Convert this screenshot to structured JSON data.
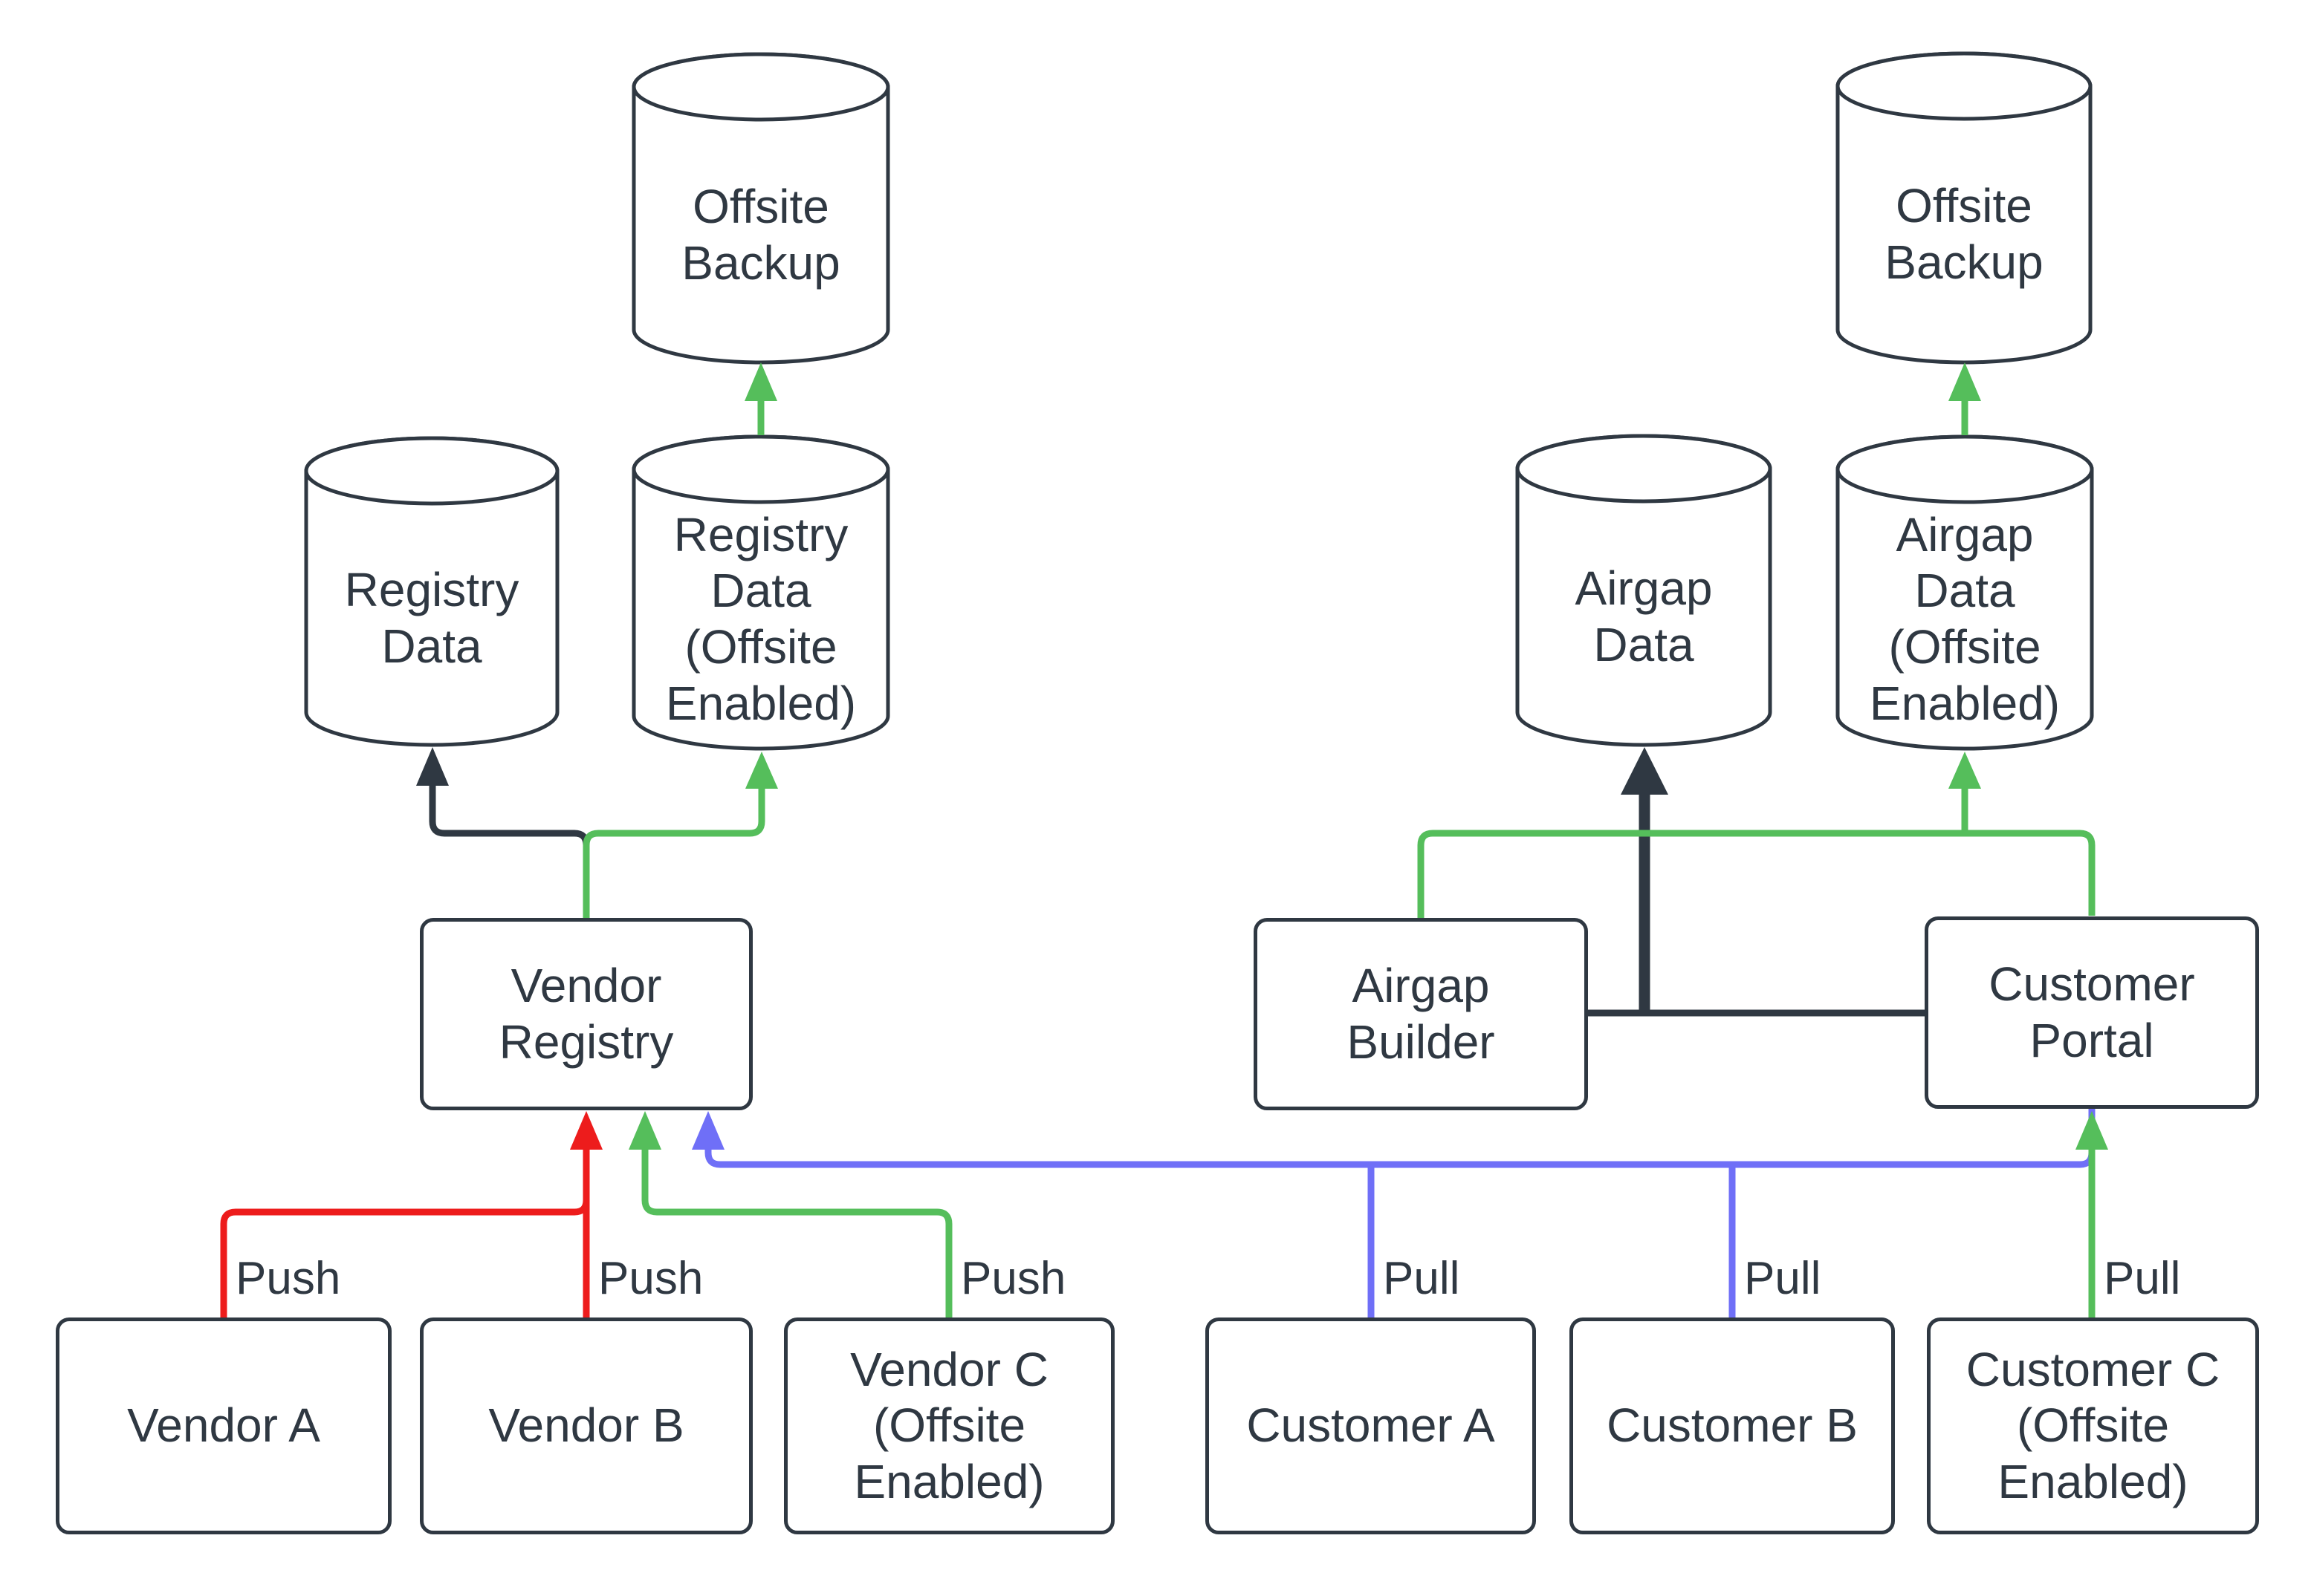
{
  "diagram": {
    "colors": {
      "background": "#ffffff",
      "text": "#2f3842",
      "stroke": "#2f3842",
      "green": "#55be5b",
      "red": "#ed1c1c",
      "blue": "#6f6ff7"
    },
    "nodes": {
      "offsite_backup_left": {
        "label": "Offsite\nBackup",
        "shape": "database"
      },
      "registry_data": {
        "label": "Registry\nData",
        "shape": "database"
      },
      "registry_data_offsite": {
        "label": "Registry\nData\n(Offsite\nEnabled)",
        "shape": "database"
      },
      "airgap_data": {
        "label": "Airgap\nData",
        "shape": "database"
      },
      "airgap_data_offsite": {
        "label": "Airgap\nData\n(Offsite\nEnabled)",
        "shape": "database"
      },
      "offsite_backup_right": {
        "label": "Offsite\nBackup",
        "shape": "database"
      },
      "vendor_registry": {
        "label": "Vendor\nRegistry",
        "shape": "box"
      },
      "airgap_builder": {
        "label": "Airgap\nBuilder",
        "shape": "box"
      },
      "customer_portal": {
        "label": "Customer\nPortal",
        "shape": "box"
      },
      "vendor_a": {
        "label": "Vendor A",
        "shape": "box"
      },
      "vendor_b": {
        "label": "Vendor B",
        "shape": "box"
      },
      "vendor_c": {
        "label": "Vendor C\n(Offsite\nEnabled)",
        "shape": "box"
      },
      "customer_a": {
        "label": "Customer A",
        "shape": "box"
      },
      "customer_b": {
        "label": "Customer B",
        "shape": "box"
      },
      "customer_c": {
        "label": "Customer C\n(Offsite\nEnabled)",
        "shape": "box"
      }
    },
    "edge_labels": {
      "push_vendor_a": "Push",
      "push_vendor_b": "Push",
      "push_vendor_c": "Push",
      "pull_customer_a": "Pull",
      "pull_customer_b": "Pull",
      "pull_customer_c": "Pull"
    }
  }
}
